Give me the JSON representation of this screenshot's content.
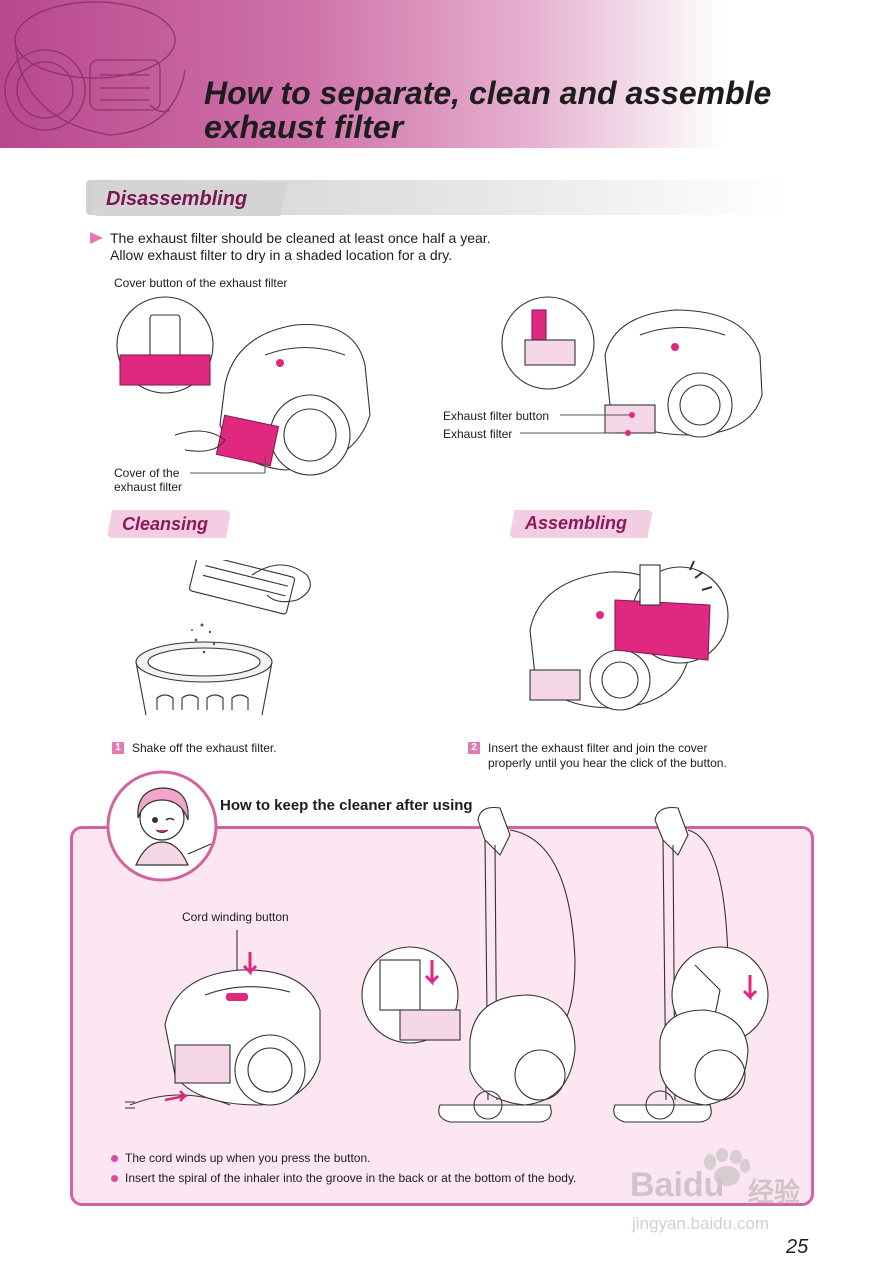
{
  "header": {
    "title": "How to separate, clean and assemble\nexhaust filter"
  },
  "disassembling": {
    "heading": "Disassembling",
    "intro": "The exhaust filter should be cleaned at least once half a year.\nAllow exhaust filter to dry in a shaded location for a dry.",
    "labels": {
      "cover_button": "Cover button of the exhaust filter",
      "cover": "Cover of the\nexhaust filter",
      "filter_button": "Exhaust filter button",
      "filter": "Exhaust filter"
    }
  },
  "cleansing": {
    "heading": "Cleansing",
    "step_number": "1",
    "step_text": "Shake off the exhaust filter."
  },
  "assembling": {
    "heading": "Assembling",
    "step_number": "2",
    "step_text": "Insert the exhaust filter and join the cover\nproperly until you hear the click of the button."
  },
  "keep": {
    "heading": "How to keep the cleaner after using",
    "cord_label": "Cord winding button",
    "tips": [
      "The cord winds up when you press the button.",
      "Insert the spiral of the inhaler into the groove in the back or at the bottom of the body."
    ]
  },
  "watermark": {
    "brand": "Baidu",
    "cn": "经验",
    "url": "jingyan.baidu.com"
  },
  "footer": {
    "page_number": "25"
  },
  "colors": {
    "accent": "#d2639f",
    "magenta": "#e0287f",
    "pill": "#f3cde2",
    "keep_bg": "#fbe6f1"
  }
}
